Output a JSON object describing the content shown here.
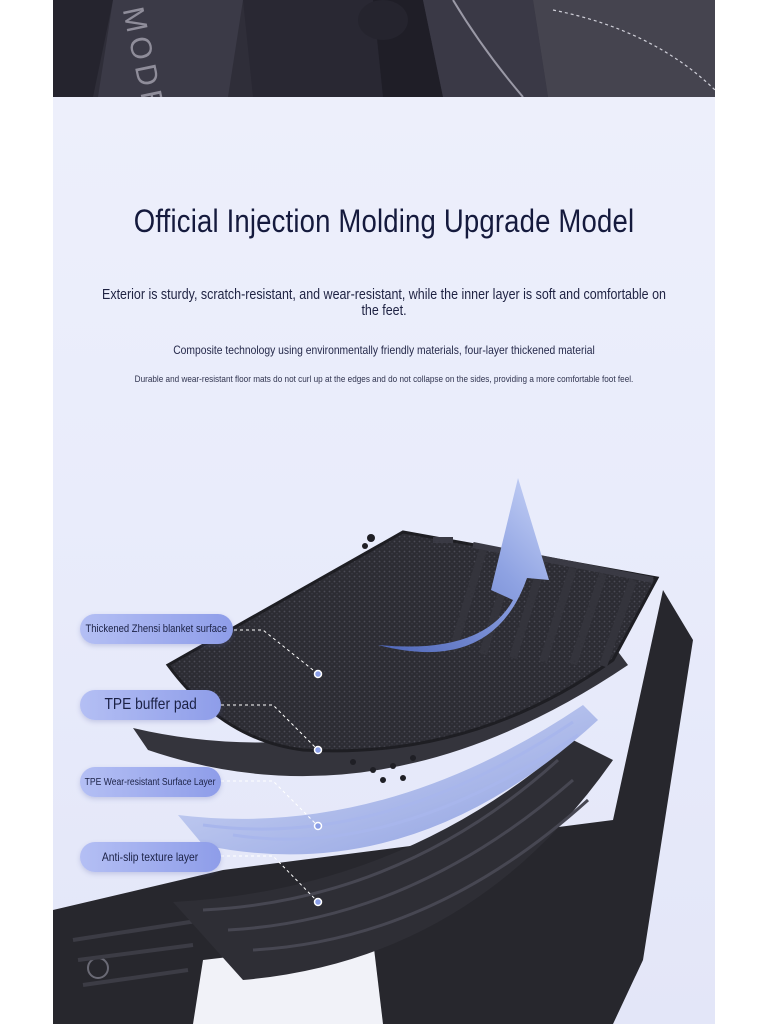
{
  "top_photo": {
    "model_text": "MODE"
  },
  "heading": {
    "title": "Official Injection Molding Upgrade Model",
    "subtitle": "Exterior is sturdy, scratch-resistant, and wear-resistant, while the inner layer is soft and comfortable on the feet.",
    "line2": "Composite technology using environmentally friendly materials, four-layer thickened material",
    "line3": "Durable and wear-resistant floor mats do not curl up at the edges and do not collapse on the sides, providing a more comfortable foot feel."
  },
  "layers": [
    {
      "label": "Thickened Zhensi blanket surface"
    },
    {
      "label": "TPE buffer pad"
    },
    {
      "label": "TPE Wear-resistant Surface Layer"
    },
    {
      "label": "Anti-slip texture layer"
    }
  ],
  "colors": {
    "background": "#eceefb",
    "title": "#151a3d",
    "pill": "#9eabef",
    "mat": "#2a2a30",
    "arrow": "#6f86c9"
  }
}
